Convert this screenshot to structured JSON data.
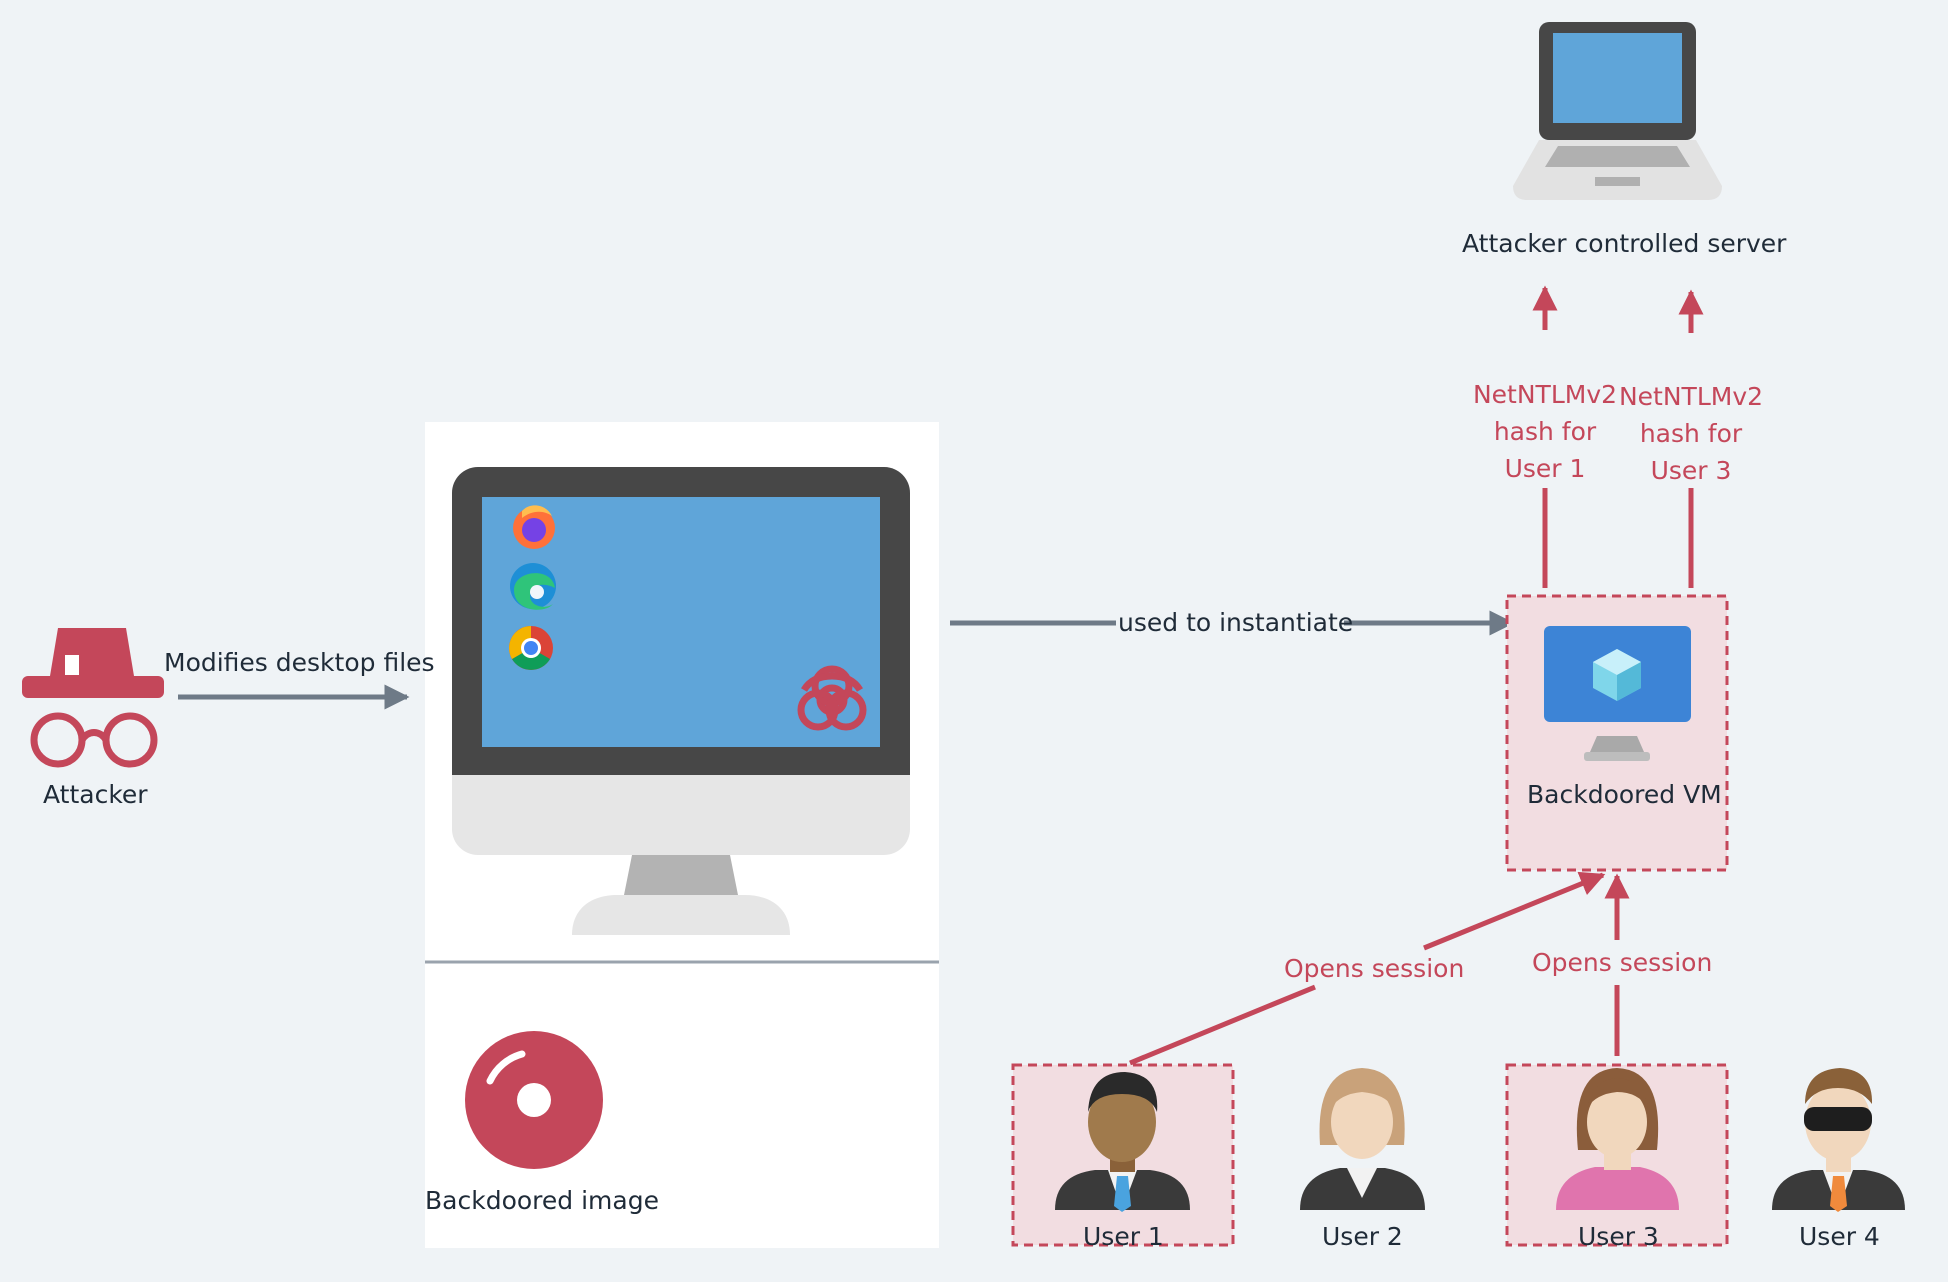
{
  "labels": {
    "attacker": "Attacker",
    "modifies": "Modifies desktop files",
    "backdoored_image": "Backdoored image",
    "used_to_instantiate": "used to instantiate",
    "backdoored_vm": "Backdoored VM",
    "server": "Attacker controlled server",
    "hash_user1_line1": "NetNTLMv2",
    "hash_user1_line2": "hash for",
    "hash_user1_line3": "User 1",
    "hash_user3_line1": "NetNTLMv2",
    "hash_user3_line2": "hash for",
    "hash_user3_line3": "User 3",
    "opens_session_1": "Opens session",
    "opens_session_3": "Opens session"
  },
  "users": [
    "User 1",
    "User 2",
    "User 3",
    "User 4"
  ],
  "colors": {
    "background": "#eff3f6",
    "accent_red": "#c4475a",
    "highlight_fill": "#f2dde1",
    "connector_gray": "#6e7a87",
    "screen_blue": "#5fa5d9"
  },
  "icons": [
    "attacker-icon",
    "imac-icon",
    "firefox-icon",
    "edge-icon",
    "chrome-icon",
    "biohazard-icon",
    "disk-icon",
    "vm-monitor-icon",
    "laptop-icon",
    "user-avatar-icon"
  ]
}
